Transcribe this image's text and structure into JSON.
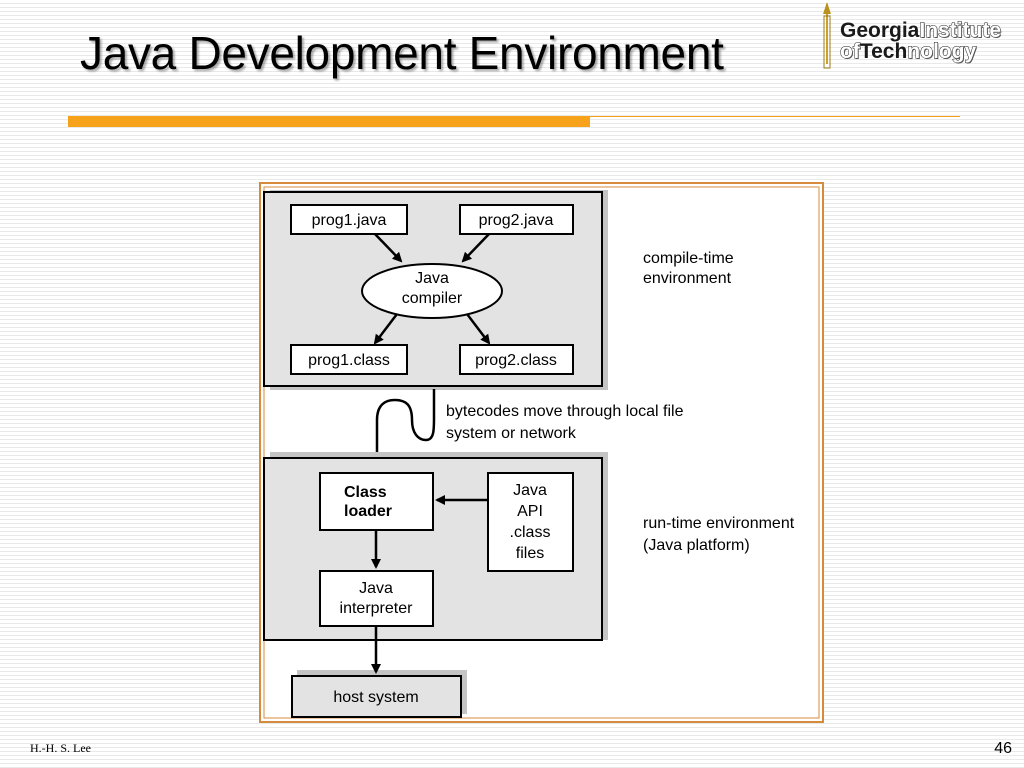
{
  "slide": {
    "title": "Java Development Environment",
    "author": "H.-H. S. Lee",
    "page_number": "46"
  },
  "logo": {
    "line1_bold": "Georgia",
    "line1_light": "Institute",
    "line2_light": "of",
    "line2_bold": "Tech",
    "line2_light_end": "nology",
    "icon": "tech-tower-icon"
  },
  "diagram": {
    "compile_time": {
      "source_files": [
        "prog1.java",
        "prog2.java"
      ],
      "compiler_line1": "Java",
      "compiler_line2": "compiler",
      "class_files": [
        "prog1.class",
        "prog2.class"
      ],
      "label_line1": "compile-time",
      "label_line2": "environment"
    },
    "transfer": {
      "label_line1": "bytecodes move through local file",
      "label_line2": "system or network"
    },
    "run_time": {
      "class_loader_line1": "Class",
      "class_loader_line2": "loader",
      "api_lines": [
        "Java",
        "API",
        ".class",
        "files"
      ],
      "interpreter_line1": "Java",
      "interpreter_line2": "interpreter",
      "label_line1": "run-time environment",
      "label_line2": "(Java platform)"
    },
    "host_system": "host system"
  },
  "colors": {
    "accent_orange": "#f7a21b",
    "frame_orange": "#d68b3c",
    "panel_gray": "#e3e3e3",
    "panel_shadow": "#c4c4c4"
  }
}
